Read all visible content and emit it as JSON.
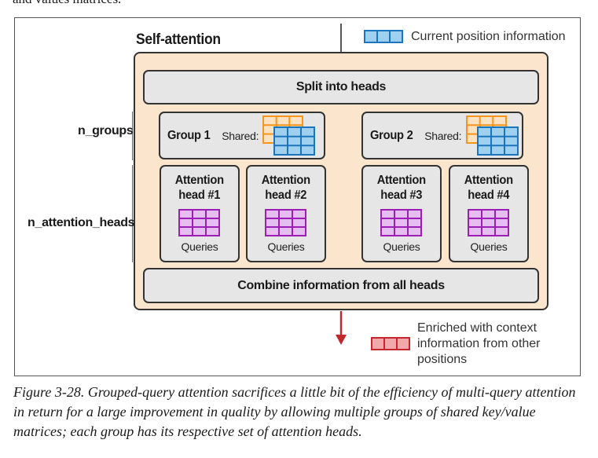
{
  "top_fragment": "and values matrices.",
  "diagram": {
    "self_attention_title": "Self-attention",
    "split_label": "Split into heads",
    "combine_label": "Combine information from all heads",
    "groups": [
      {
        "name": "Group 1",
        "shared_label": "Shared:"
      },
      {
        "name": "Group 2",
        "shared_label": "Shared:"
      }
    ],
    "heads": [
      {
        "title_line1": "Attention",
        "title_line2": "head #1",
        "queries_label": "Queries"
      },
      {
        "title_line1": "Attention",
        "title_line2": "head #2",
        "queries_label": "Queries"
      },
      {
        "title_line1": "Attention",
        "title_line2": "head #3",
        "queries_label": "Queries"
      },
      {
        "title_line1": "Attention",
        "title_line2": "head #4",
        "queries_label": "Queries"
      }
    ],
    "side_labels": {
      "n_groups": "n_groups",
      "n_attention_heads": "n_attention_heads"
    },
    "legend": {
      "current_position": "Current position information",
      "enriched_line1": "Enriched with context",
      "enriched_line2": "information from other",
      "enriched_line3": "positions"
    },
    "colors": {
      "box_fill": "#fce5cd",
      "gray_fill": "#e6e6e6",
      "blue": "#1b75bc",
      "blue_fill": "#9fd0ef",
      "orange": "#f7941d",
      "purple": "#9b1fb5",
      "red": "#c1272d",
      "red_fill": "#f2a7ab"
    }
  },
  "caption": "Figure 3-28. Grouped-query attention sacrifices a little bit of the efficiency of multi-query attention in return for a large improvement in quality by allowing multiple groups of shared key/value matrices; each group has its respective set of attention heads."
}
